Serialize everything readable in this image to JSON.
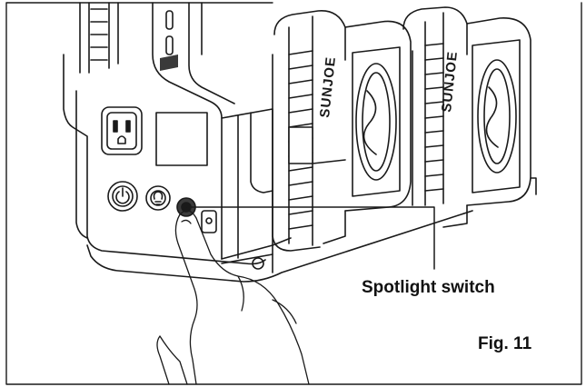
{
  "figure": {
    "callout_label": "Spotlight switch",
    "figure_number": "Fig. 11",
    "brand_text_left": "SUNJOE",
    "brand_text_right": "SUNJOE"
  },
  "colors": {
    "line": "#1a1a1a",
    "background": "#ffffff",
    "panel_gray": "#d0d0d0",
    "dark_fill": "#3a3a3a"
  },
  "icons": [
    "power-icon",
    "light-bulb-icon",
    "spotlight-switch-icon",
    "outlet-icon"
  ]
}
